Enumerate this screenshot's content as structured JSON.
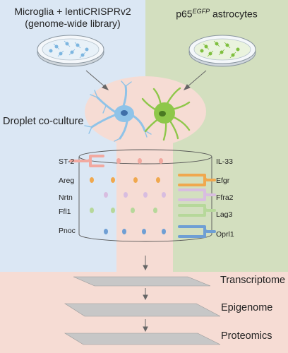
{
  "header": {
    "left_title": "Microglia + lentiCRISPRv2",
    "left_subtitle": "(genome-wide library)",
    "right_title_main": "p65",
    "right_title_sup": "EGFP",
    "right_title_suffix": " astrocytes"
  },
  "coculture_label": "Droplet co-culture",
  "ligands": [
    "ST-2",
    "Areg",
    "Nrtn",
    "Ffl1",
    "Pnoc"
  ],
  "receptors": [
    "IL-33",
    "Efgr",
    "Ffra2",
    "Lag3",
    "Oprl1"
  ],
  "omics": [
    "Transcriptome",
    "Epigenome",
    "Proteomics"
  ],
  "colors": {
    "left_panel": "#dbe7f4",
    "right_panel": "#d3dfbf",
    "pink": "#f6dcd4",
    "microglia": "#8fc3e8",
    "astrocyte": "#8ec74a",
    "pair_colors": [
      "#f2a9a0",
      "#f0a84e",
      "#d8bde0",
      "#b6d89a",
      "#6f9fd4"
    ]
  }
}
